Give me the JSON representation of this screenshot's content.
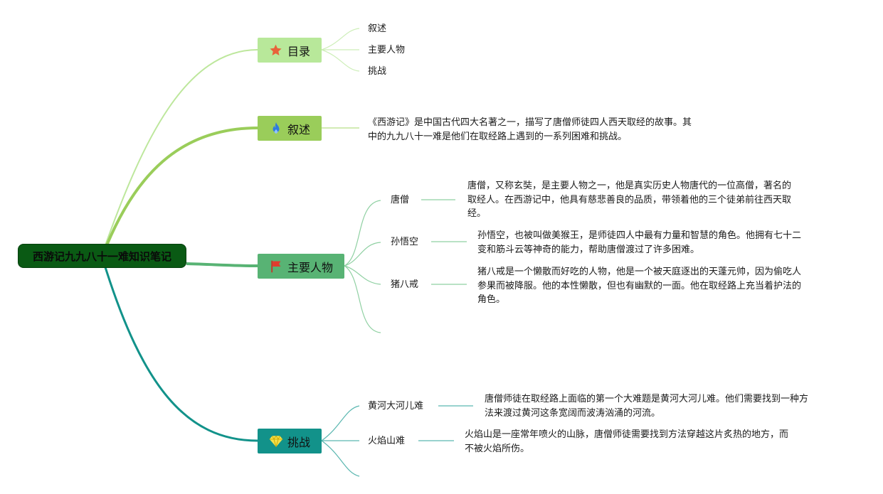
{
  "root": {
    "label": "西游记九九八十一难知识笔记"
  },
  "branches": {
    "toc": {
      "label": "目录",
      "icon": "star-icon",
      "items": [
        "叙述",
        "主要人物",
        "挑战"
      ]
    },
    "narrative": {
      "label": "叙述",
      "icon": "fire-icon",
      "text_line1": "《西游记》是中国古代四大名著之一，描写了唐僧师徒四人西天取经的故事。其",
      "text_line2": "中的九九八十一难是他们在取经路上遇到的一系列困难和挑战。"
    },
    "characters": {
      "label": "主要人物",
      "icon": "flag-icon",
      "items": [
        {
          "name": "唐僧",
          "desc": [
            "唐僧，又称玄奘，是主要人物之一，他是真实历史人物唐代的一位高僧，著名的",
            "取经人。在西游记中，他具有慈悲善良的品质，带领着他的三个徒弟前往西天取",
            "经。"
          ]
        },
        {
          "name": "孙悟空",
          "desc": [
            "孙悟空，也被叫做美猴王，是师徒四人中最有力量和智慧的角色。他拥有七十二",
            "变和筋斗云等神奇的能力，帮助唐僧渡过了许多困难。"
          ]
        },
        {
          "name": "猪八戒",
          "desc": [
            "猪八戒是一个懒散而好吃的人物，他是一个被天庭逐出的天蓬元帅，因为偷吃人",
            "参果而被降服。他的本性懒散，但也有幽默的一面。他在取经路上充当着护法的",
            "角色。"
          ]
        }
      ]
    },
    "challenges": {
      "label": "挑战",
      "icon": "diamond-icon",
      "items": [
        {
          "name": "黄河大河儿难",
          "desc": [
            "唐僧师徒在取经路上面临的第一个大难题是黄河大河儿难。他们需要找到一种方",
            "法来渡过黄河这条宽阔而波涛汹涌的河流。"
          ]
        },
        {
          "name": "火焰山难",
          "desc": [
            "火焰山是一座常年喷火的山脉，唐僧师徒需要找到方法穿越这片炙热的地方，而",
            "不被火焰所伤。"
          ]
        }
      ]
    }
  },
  "colors": {
    "root_bg": "#0a5a14",
    "toc": "#b8e89a",
    "narrative": "#9acd5a",
    "characters": "#58b374",
    "challenges": "#12928a"
  }
}
